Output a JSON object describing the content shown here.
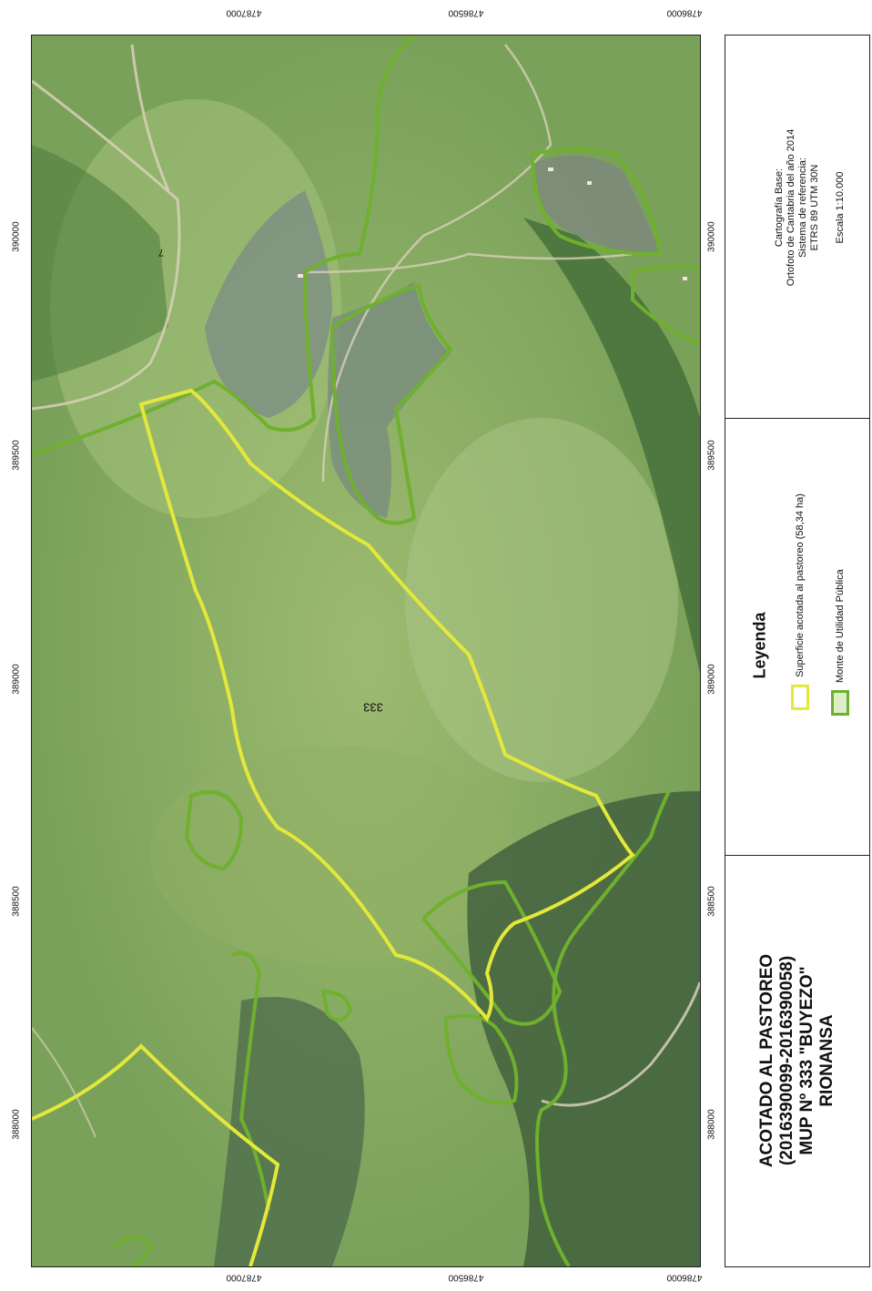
{
  "map": {
    "top_ticks": [
      "4787000",
      "4786500",
      "4786000"
    ],
    "bottom_ticks": [
      "4787000",
      "4786500",
      "4786000"
    ],
    "left_ticks": [
      "390000",
      "389500",
      "389000",
      "388500",
      "388000"
    ],
    "right_ticks": [
      "390000",
      "389500",
      "389000",
      "388500",
      "388000"
    ],
    "labels": {
      "plot": "333",
      "plot_small": "7"
    },
    "colors": {
      "grazing_outline": "#e3e83a",
      "mup_outline": "#6fb02e",
      "mup_fill": "#dcefc8"
    }
  },
  "title": {
    "line1": "ACOTADO AL PASTOREO",
    "line2": "(2016390099-2016390058)",
    "line3": "MUP Nº 333 \"BUYEZO\"",
    "line4": "RIONANSA"
  },
  "legend": {
    "heading": "Leyenda",
    "items": [
      {
        "label": "Superficie acotada al pastoreo (58,34 ha)",
        "swatch": "yellow-outline"
      },
      {
        "label": "Monte de Utilidad Pública",
        "swatch": "green-filled"
      }
    ]
  },
  "source": {
    "line1": "Cartografía Base:",
    "line2": "Ortofoto de Cantabria del año 2014",
    "line3": "Sistema de referencia:",
    "line4": "ETRS 89 UTM 30N",
    "scale": "Escala 1:10.000"
  }
}
